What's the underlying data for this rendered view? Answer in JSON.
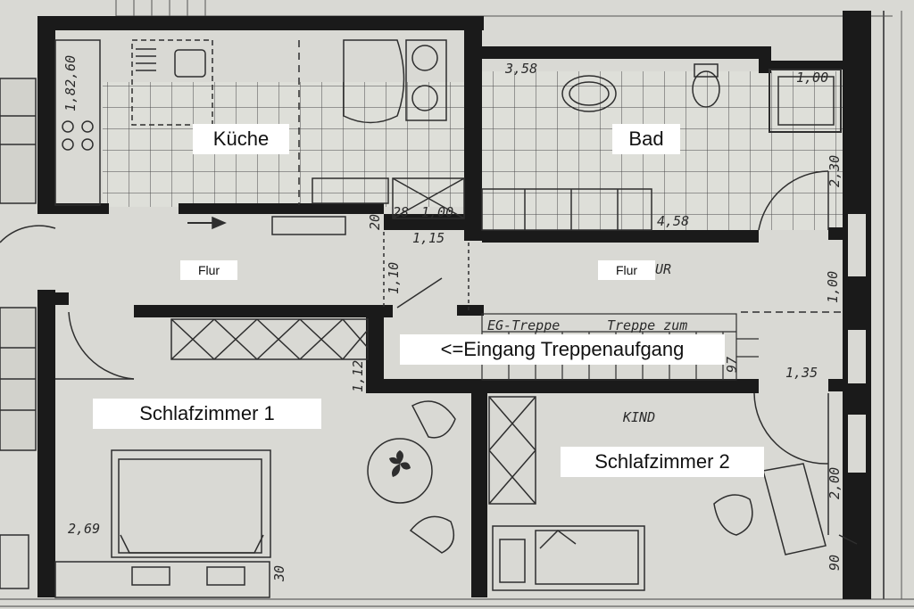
{
  "rooms": {
    "kueche": "Küche",
    "bad": "Bad",
    "flur_left": "Flur",
    "flur_right": "Flur",
    "eingang": "<=Eingang Treppenaufgang",
    "schlafzimmer1": "Schlafzimmer 1",
    "schlafzimmer2": "Schlafzimmer 2"
  },
  "handwritten": {
    "kind": "KIND",
    "ur": "UR",
    "bad_w": "3,58",
    "bad_w2": "4,58",
    "kueche_w": "1,82,60",
    "flur_d1": "1,10",
    "flur_d2": "1,15",
    "right_d1": "2,30",
    "right_d2": "1,00",
    "right_d3": "1,35",
    "right_d4": "2,00",
    "right_d5": "90",
    "right_d6": "97",
    "sz_d1": "1,12",
    "sz_d2": "2,69",
    "sz_d3": "30",
    "small1": "20",
    "small2": "28",
    "small3": "1,00",
    "shower": "1,00",
    "eg": "EG-Treppe",
    "treppe": "Treppe zum"
  },
  "colors": {
    "paper": "#d9d9d4",
    "wall": "#1a1a1a",
    "line": "#3a3a3a",
    "label_bg": "#ffffff"
  }
}
